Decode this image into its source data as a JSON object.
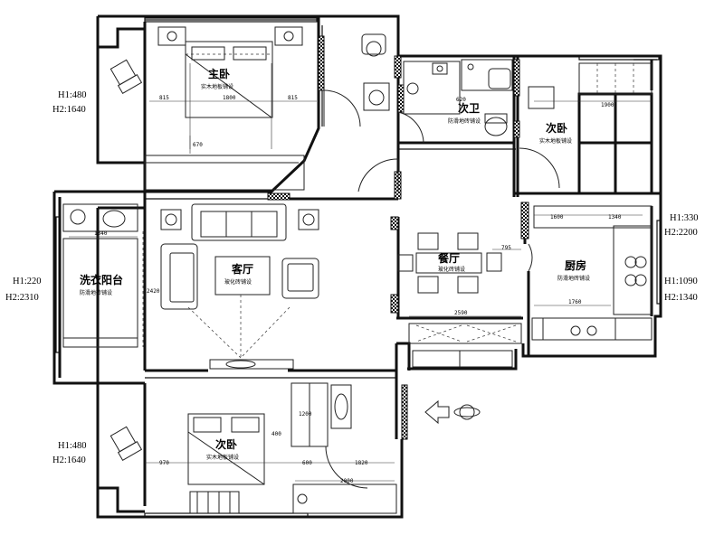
{
  "rooms": {
    "master_bedroom": {
      "name": "主卧",
      "floor": "实木地板铺设"
    },
    "second_bedroom_top": {
      "name": "次卧",
      "floor": "实木地板铺设"
    },
    "second_bedroom_bottom": {
      "name": "次卧",
      "floor": "实木地板铺设"
    },
    "second_bath": {
      "name": "次卫",
      "floor": "防滑地砖铺设"
    },
    "living_room": {
      "name": "客厅",
      "floor": "玻化砖铺设"
    },
    "dining_room": {
      "name": "餐厅",
      "floor": "玻化砖铺设"
    },
    "kitchen": {
      "name": "厨房",
      "floor": "防滑地砖铺设"
    },
    "laundry_balcony": {
      "name": "洗衣阳台",
      "floor": "防滑地砖铺设"
    }
  },
  "window_heights": {
    "left_top": {
      "h1": "H1:480",
      "h2": "H2:1640"
    },
    "left_mid": {
      "h1": "H1:220",
      "h2": "H2:2310"
    },
    "left_bottom": {
      "h1": "H1:480",
      "h2": "H2:1640"
    },
    "right_top": {
      "h1": "H1:330",
      "h2": "H2:2200"
    },
    "right_mid": {
      "h1": "H1:1090",
      "h2": "H2:1340"
    }
  },
  "dimensions": {
    "master_left": "815",
    "master_mid": "1800",
    "master_right": "815",
    "master_vertical": "670",
    "bath_width": "620",
    "bedroom_top_width": "1900",
    "balcony_width": "1340",
    "balcony_height": "2420",
    "kitchen_top_left": "1600",
    "kitchen_top_right": "1340",
    "kitchen_bottom": "1760",
    "dining_right": "795",
    "dining_bottom": "2590",
    "bedroom_bottom_left": "970",
    "bedroom_bottom_mid": "400",
    "bedroom_bottom_a": "600",
    "bedroom_bottom_b": "1820",
    "wardrobe_width": "2000",
    "wardrobe_height": "1200"
  }
}
